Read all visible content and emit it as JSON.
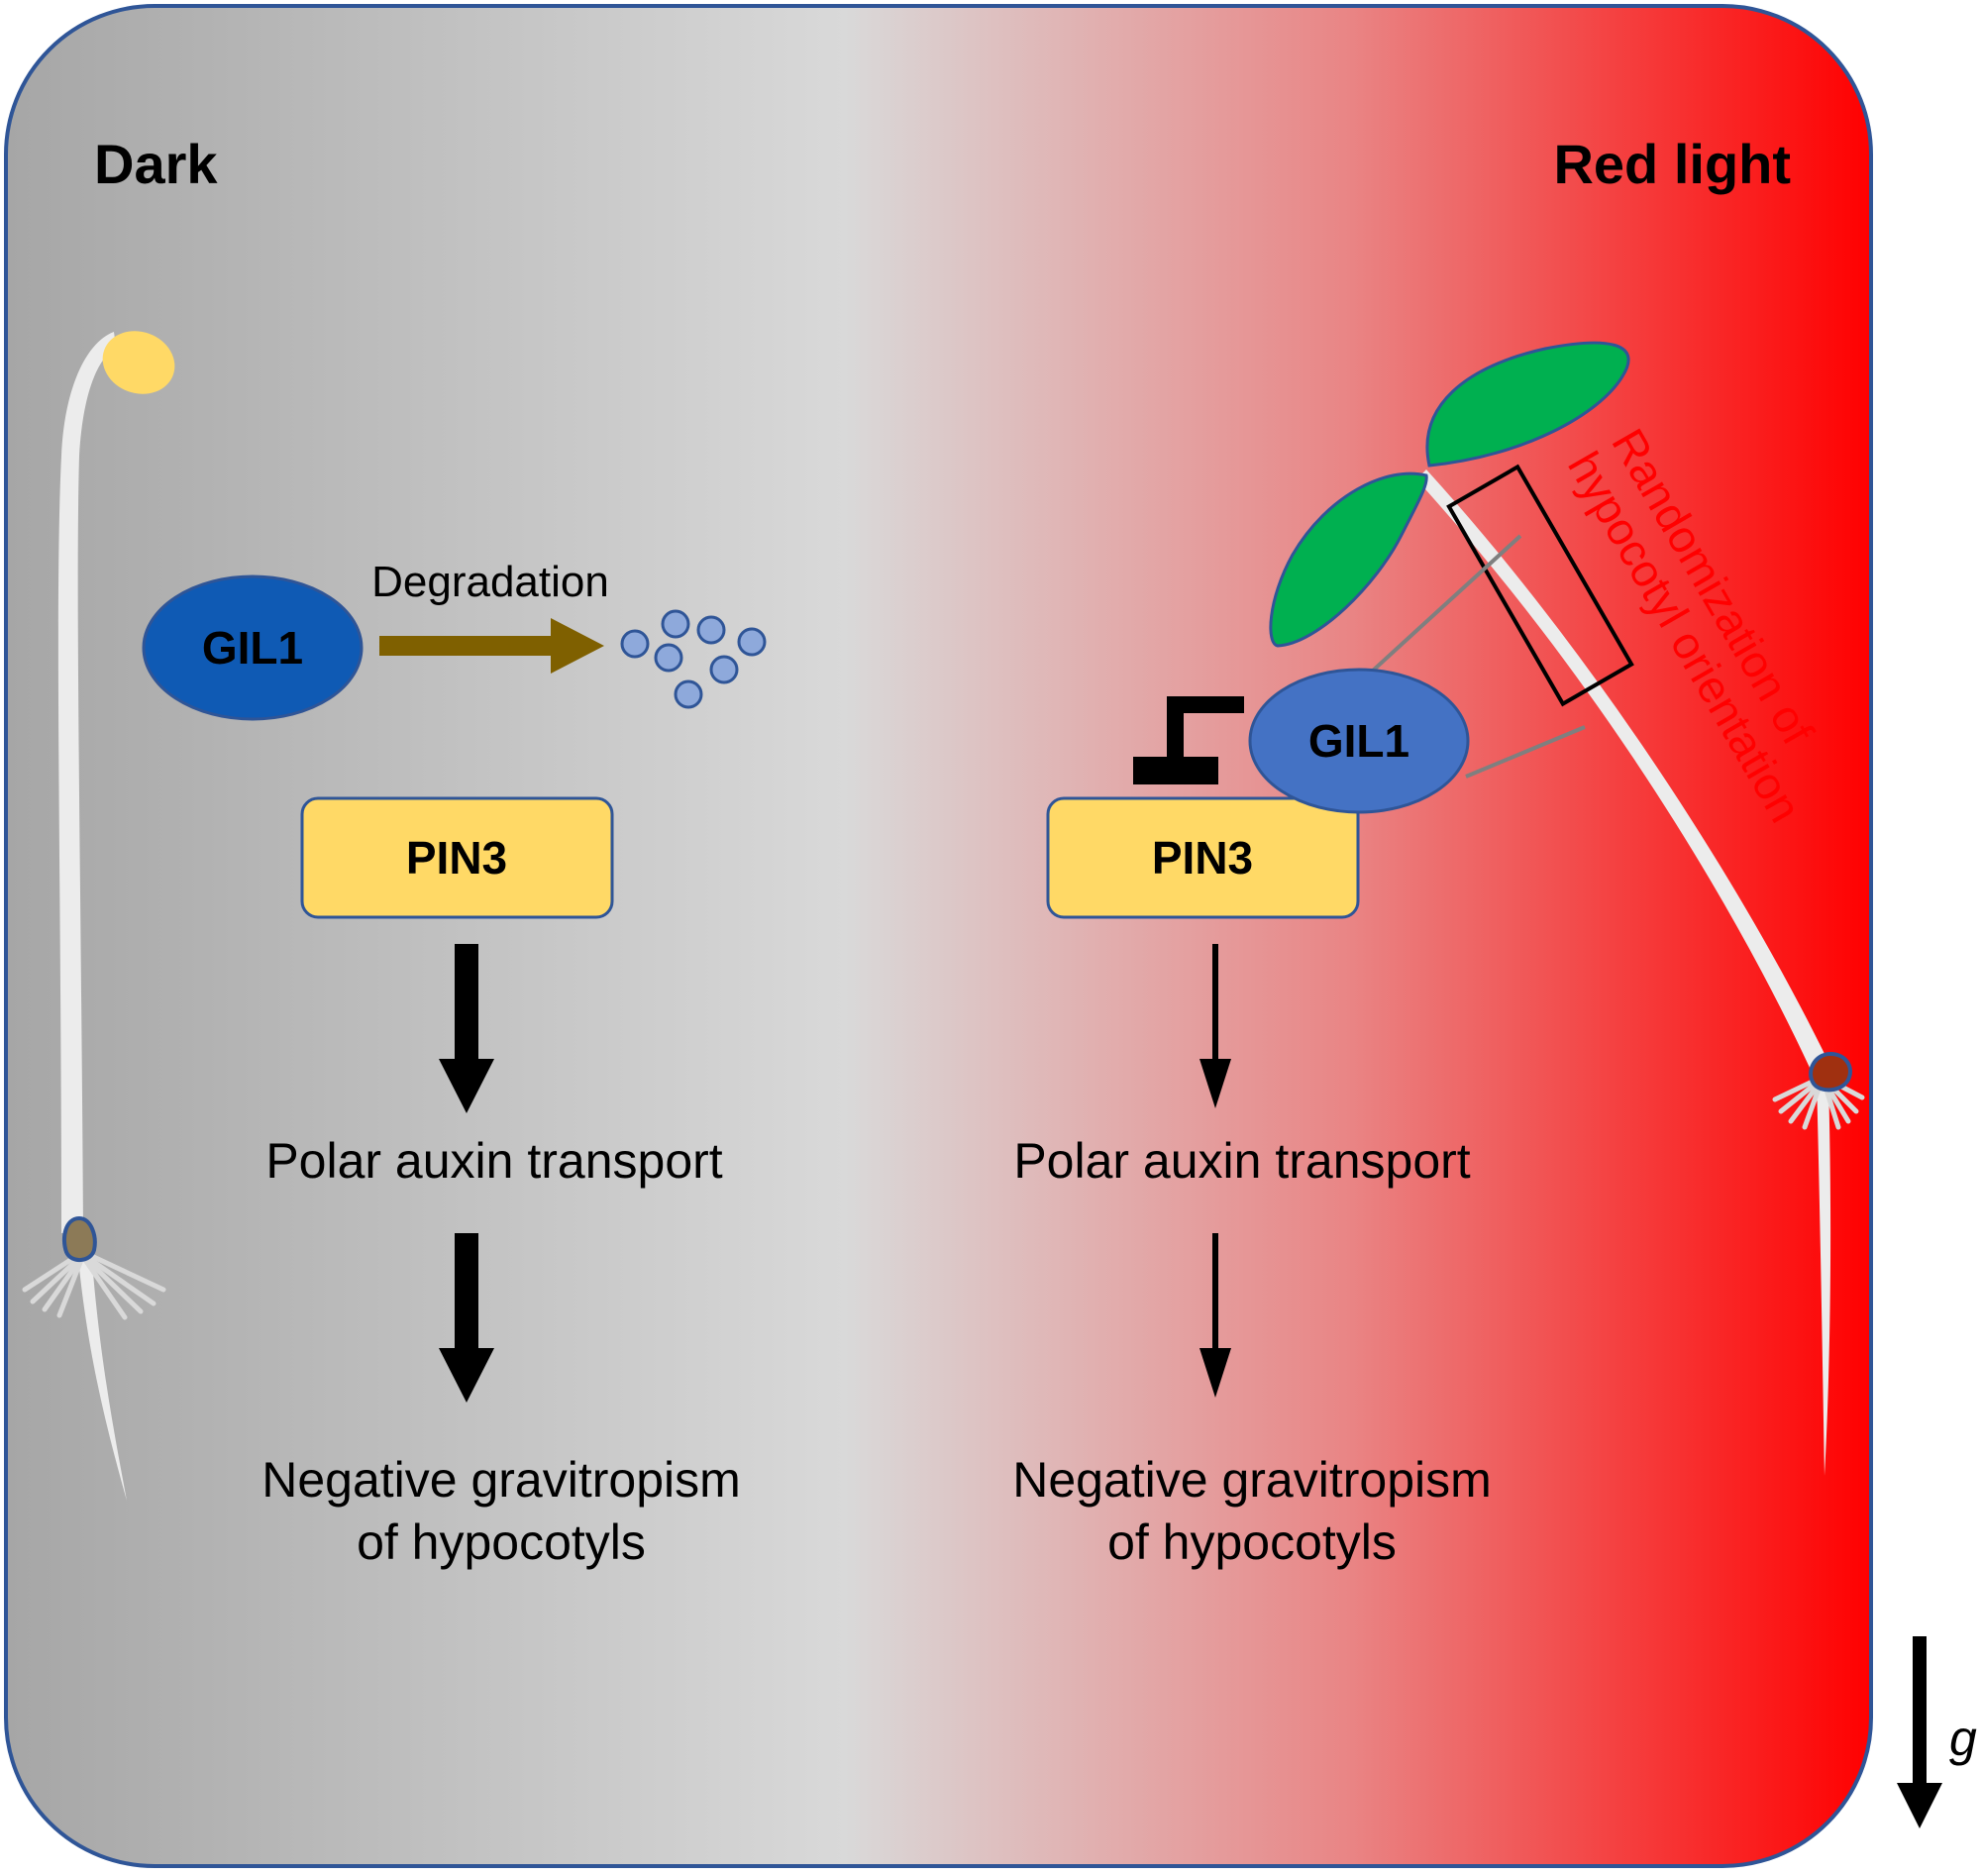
{
  "panels": {
    "dark": {
      "title": "Dark"
    },
    "red": {
      "title": "Red light"
    }
  },
  "left": {
    "protein": "GIL1",
    "degradation_label": "Degradation",
    "transporter": "PIN3",
    "step1": "Polar auxin transport",
    "step2_line1": "Negative gravitropism",
    "step2_line2": "of hypocotyls"
  },
  "right": {
    "protein": "GIL1",
    "transporter": "PIN3",
    "step1": "Polar auxin transport",
    "step2_line1": "Negative gravitropism",
    "step2_line2": "of hypocotyls",
    "callout_line1": "Randomization of",
    "callout_line2": "hypocotyl orientation"
  },
  "gravity": {
    "symbol": "g"
  },
  "colors": {
    "dark_gray": "#a6a6a6",
    "mid_gray": "#d9d9d9",
    "red": "#ff0000",
    "border": "#2f5597",
    "gil1_dark": "#0f5ab4",
    "gil1_light": "#4472c4",
    "pin3_fill": "#ffd966",
    "degradation_arrow": "#7f6000",
    "leaf_green": "#00b050",
    "seed_yellow": "#ffd966",
    "callout_red": "#ff0000"
  }
}
